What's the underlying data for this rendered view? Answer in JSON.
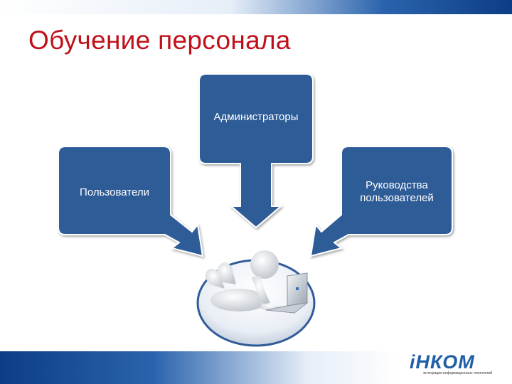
{
  "slide": {
    "title": "Обучение персонала"
  },
  "diagram": {
    "box_admins": "Администраторы",
    "box_users": "Пользователи",
    "box_manuals": "Руководства пользователей"
  },
  "logo": {
    "name": "iНКОМ",
    "tagline": "интеграция информационных технологий"
  },
  "colors": {
    "title": "#c0111b",
    "box_fill": "#2f5c97",
    "box_border": "#ffffff",
    "logo": "#1f5ea8"
  },
  "icons": {
    "illustration": "person-lying-with-laptop-icon"
  }
}
